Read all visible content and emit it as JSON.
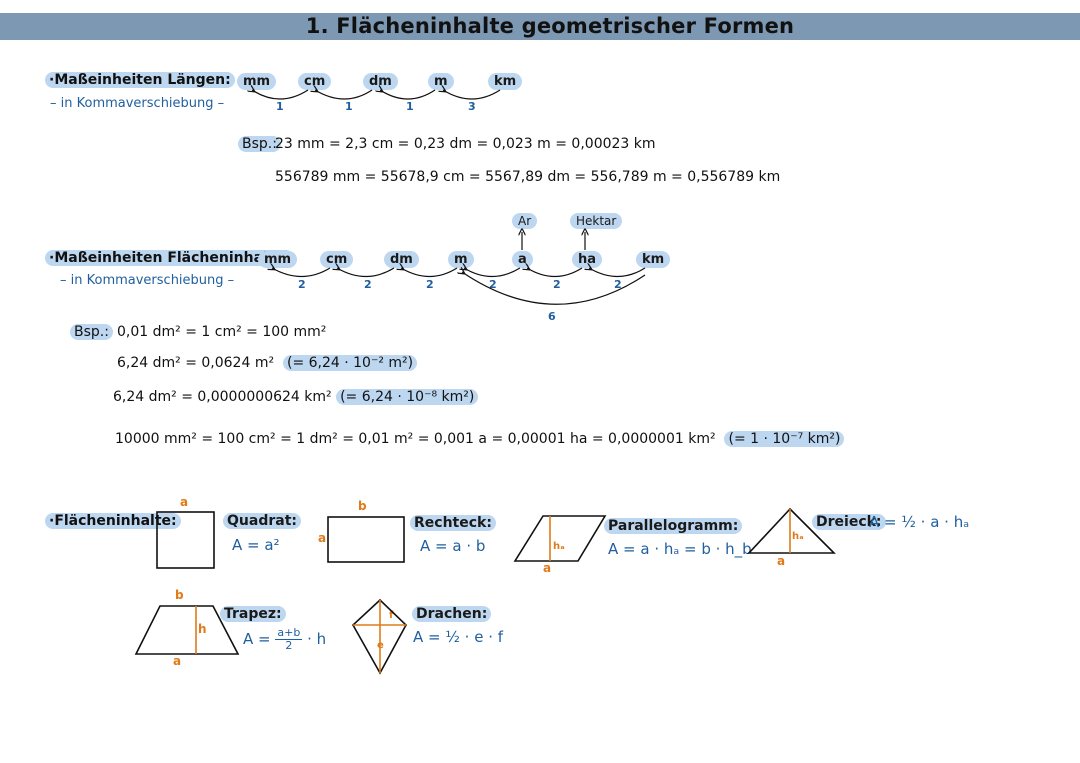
{
  "title": "1. Flächeninhalte geometrischer Formen",
  "lengths": {
    "heading": "·Maßeinheiten Längen:",
    "subheading": "– in Kommaverschiebung –",
    "units": [
      "mm",
      "cm",
      "dm",
      "m",
      "km"
    ],
    "steps": [
      "1",
      "1",
      "1",
      "3"
    ],
    "example_label": "Bsp.:",
    "example_line1": "23 mm = 2,3 cm = 0,23 dm = 0,023 m = 0,00023 km",
    "example_line2": "556789 mm = 55678,9 cm = 5567,89 dm = 556,789 m = 0,556789 km"
  },
  "areas_units": {
    "heading": "·Maßeinheiten Flächeninhalte:",
    "subheading": "– in Kommaverschiebung –",
    "units": [
      "mm",
      "cm",
      "dm",
      "m",
      "a",
      "ha",
      "km"
    ],
    "steps": [
      "2",
      "2",
      "2",
      "2",
      "2",
      "2"
    ],
    "big_step": "6",
    "note_a": "Ar",
    "note_ha": "Hektar",
    "example_label": "Bsp.:",
    "example_line1": "0,01 dm² = 1 cm² = 100 mm²",
    "example_line2": "6,24 dm² = 0,0624 m²",
    "example_line2_paren": "(= 6,24 · 10⁻² m²)",
    "example_line3": "6,24 dm² = 0,0000000624 km²",
    "example_line3_paren": "(= 6,24 · 10⁻⁸ km²)",
    "example_line4": "10000 mm² = 100 cm² = 1 dm² = 0,01 m² = 0,001 a = 0,00001 ha = 0,0000001 km²",
    "example_line4_paren": "(= 1 · 10⁻⁷ km²)"
  },
  "shapes": {
    "heading": "·Flächeninhalte:",
    "quadrat": {
      "name": "Quadrat:",
      "formula": "A = a²",
      "side": "a"
    },
    "rechteck": {
      "name": "Rechteck:",
      "formula": "A = a · b",
      "side_a": "a",
      "side_b": "b"
    },
    "parallelogramm": {
      "name": "Parallelogramm:",
      "formula": "A = a · hₐ = b · h_b",
      "side": "a",
      "height": "hₐ"
    },
    "dreieck": {
      "name": "Dreieck:",
      "formula": "A = ½ · a · hₐ",
      "side": "a",
      "height": "hₐ"
    },
    "trapez": {
      "name": "Trapez:",
      "formula_prefix": "A =",
      "frac_num": "a+b",
      "frac_den": "2",
      "formula_suffix": "· h",
      "side_a": "a",
      "side_b": "b",
      "height": "h"
    },
    "drachen": {
      "name": "Drachen:",
      "formula": "A = ½ · e · f",
      "diag_e": "e",
      "diag_f": "f"
    }
  },
  "colors": {
    "accent_blue": "#1f5f9f",
    "highlight": "#bdd7f0",
    "title_bar": "#7d98b3",
    "orange": "#e07b1a"
  }
}
